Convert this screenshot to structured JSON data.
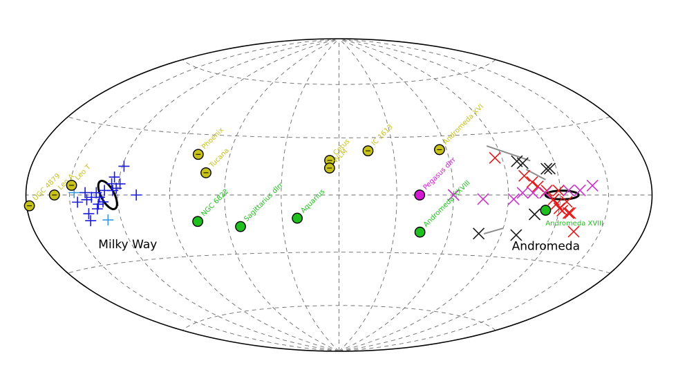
{
  "chart_data": {
    "type": "scatter",
    "projection": "aitoff-hammer",
    "grid": true,
    "colors": {
      "mw_satellite": "#1a1ad9",
      "mw_satellite_light": "#3399e6",
      "m31_satellite": "#e01a1a",
      "m31_satellite_alt": "#c833c8",
      "other_x": "#1a1a1a",
      "isolated_dwarf": "#c8c21c",
      "near_dwarf": "#1fbf1f",
      "pegasus": "#d11ad1"
    },
    "region_labels": [
      {
        "text": "Milky Way",
        "lon": 124,
        "lat": -24
      },
      {
        "text": "Andromeda",
        "lon": -122,
        "lat": -25
      }
    ],
    "ellipses": [
      {
        "name": "milky-way-ellipse",
        "lon": 126,
        "lat": 0,
        "rx_deg": 4,
        "ry_deg": 9,
        "rot": -28
      },
      {
        "name": "andromeda-ellipse",
        "lon": -121,
        "lat": 0,
        "rx_deg": 10,
        "ry_deg": 2.5,
        "rot": 0
      }
    ],
    "streaks": [
      {
        "lon1": -84,
        "lat1": 24,
        "lon2": -106,
        "lat2": 16
      },
      {
        "lon1": -102,
        "lat1": 12,
        "lon2": -112,
        "lat2": 7
      },
      {
        "lon1": -80,
        "lat1": -19,
        "lon2": -90,
        "lat2": -16
      }
    ],
    "labeled_points": [
      {
        "name": "UGC 4879",
        "lon": 178,
        "lat": -4,
        "group": "isolated_dwarf"
      },
      {
        "name": "Leo A",
        "lon": 160,
        "lat": 0,
        "group": "isolated_dwarf"
      },
      {
        "name": "Leo T",
        "lon": 149,
        "lat": 4,
        "group": "isolated_dwarf"
      },
      {
        "name": "Phoenix",
        "lon": 78,
        "lat": 20,
        "group": "isolated_dwarf"
      },
      {
        "name": "Tucana",
        "lon": 71,
        "lat": 11,
        "group": "isolated_dwarf"
      },
      {
        "name": "Cetus",
        "lon": 5,
        "lat": 18,
        "group": "isolated_dwarf"
      },
      {
        "name": "WLM",
        "lon": 5,
        "lat": 14,
        "group": "isolated_dwarf"
      },
      {
        "name": "IC 1613",
        "lon": -16,
        "lat": 23,
        "group": "isolated_dwarf"
      },
      {
        "name": "Andromeda XVI",
        "lon": -56,
        "lat": 23,
        "group": "isolated_dwarf"
      },
      {
        "name": "Pegasus dIrr",
        "lon": -42,
        "lat": 0,
        "group": "pegasus"
      },
      {
        "name": "NGC 6822",
        "lon": 76,
        "lat": -13,
        "group": "near_dwarf"
      },
      {
        "name": "Sagittarius dIrr",
        "lon": 53,
        "lat": -16,
        "group": "near_dwarf"
      },
      {
        "name": "Aquarius",
        "lon": 22,
        "lat": -12,
        "group": "near_dwarf"
      },
      {
        "name": "Andromeda XXVIII",
        "lon": -44,
        "lat": -19,
        "group": "near_dwarf"
      },
      {
        "name": "Andromeda XVIII",
        "lon": -112,
        "lat": -7,
        "group": "near_dwarf"
      }
    ],
    "marker_points": [
      {
        "lon": 147,
        "lat": 1,
        "group": "mw_satellite_light",
        "marker": "plus"
      },
      {
        "lon": 140,
        "lat": 1,
        "group": "mw_satellite",
        "marker": "plus"
      },
      {
        "lon": 145,
        "lat": -3,
        "group": "mw_satellite",
        "marker": "plus"
      },
      {
        "lon": 139,
        "lat": -2,
        "group": "mw_satellite",
        "marker": "plus"
      },
      {
        "lon": 136,
        "lat": -1,
        "group": "mw_satellite",
        "marker": "plus"
      },
      {
        "lon": 133,
        "lat": 1,
        "group": "mw_satellite",
        "marker": "plus"
      },
      {
        "lon": 131,
        "lat": -1,
        "group": "mw_satellite",
        "marker": "plus"
      },
      {
        "lon": 129,
        "lat": -3,
        "group": "mw_satellite",
        "marker": "plus"
      },
      {
        "lon": 128,
        "lat": 2,
        "group": "mw_satellite",
        "marker": "plus"
      },
      {
        "lon": 132,
        "lat": -4,
        "group": "mw_satellite",
        "marker": "plus"
      },
      {
        "lon": 124,
        "lat": 5,
        "group": "mw_satellite",
        "marker": "plus"
      },
      {
        "lon": 123,
        "lat": 2,
        "group": "mw_satellite",
        "marker": "plus"
      },
      {
        "lon": 121,
        "lat": 3,
        "group": "mw_satellite",
        "marker": "plus"
      },
      {
        "lon": 119,
        "lat": 5,
        "group": "mw_satellite",
        "marker": "plus"
      },
      {
        "lon": 123,
        "lat": 8,
        "group": "mw_satellite",
        "marker": "plus"
      },
      {
        "lon": 119,
        "lat": 13,
        "group": "mw_satellite",
        "marker": "plus"
      },
      {
        "lon": 139,
        "lat": -8,
        "group": "mw_satellite",
        "marker": "plus"
      },
      {
        "lon": 139,
        "lat": -11,
        "group": "mw_satellite",
        "marker": "plus"
      },
      {
        "lon": 133,
        "lat": -6,
        "group": "mw_satellite",
        "marker": "plus"
      },
      {
        "lon": 128,
        "lat": -11,
        "group": "mw_satellite_light",
        "marker": "plus"
      },
      {
        "lon": 109,
        "lat": 0,
        "group": "mw_satellite",
        "marker": "plus"
      },
      {
        "lon": -86,
        "lat": 18,
        "group": "m31_satellite",
        "marker": "x"
      },
      {
        "lon": -100,
        "lat": 9,
        "group": "m31_satellite",
        "marker": "x"
      },
      {
        "lon": -104,
        "lat": 6,
        "group": "m31_satellite",
        "marker": "x"
      },
      {
        "lon": -107,
        "lat": 4,
        "group": "m31_satellite",
        "marker": "x"
      },
      {
        "lon": -112,
        "lat": 2,
        "group": "m31_satellite",
        "marker": "x"
      },
      {
        "lon": -116,
        "lat": -2,
        "group": "m31_satellite",
        "marker": "x"
      },
      {
        "lon": -118,
        "lat": -4,
        "group": "m31_satellite",
        "marker": "x"
      },
      {
        "lon": -120,
        "lat": -6,
        "group": "m31_satellite",
        "marker": "x"
      },
      {
        "lon": -122,
        "lat": -7,
        "group": "m31_satellite",
        "marker": "x"
      },
      {
        "lon": -126,
        "lat": -8,
        "group": "m31_satellite",
        "marker": "x"
      },
      {
        "lon": -127,
        "lat": -8,
        "group": "m31_satellite",
        "marker": "x"
      },
      {
        "lon": -133,
        "lat": -16,
        "group": "m31_satellite",
        "marker": "x"
      },
      {
        "lon": -119,
        "lat": 2,
        "group": "m31_satellite",
        "marker": "x"
      },
      {
        "lon": -124,
        "lat": -3,
        "group": "m31_satellite",
        "marker": "x"
      },
      {
        "lon": -98,
        "lat": 1,
        "group": "m31_satellite_alt",
        "marker": "x"
      },
      {
        "lon": -104,
        "lat": 1,
        "group": "m31_satellite_alt",
        "marker": "x"
      },
      {
        "lon": -111,
        "lat": 1,
        "group": "m31_satellite_alt",
        "marker": "x"
      },
      {
        "lon": -125,
        "lat": 2,
        "group": "m31_satellite_alt",
        "marker": "x"
      },
      {
        "lon": -132,
        "lat": 2,
        "group": "m31_satellite_alt",
        "marker": "x"
      },
      {
        "lon": -140,
        "lat": 4,
        "group": "m31_satellite_alt",
        "marker": "x"
      },
      {
        "lon": -60,
        "lat": 0,
        "group": "m31_satellite_alt",
        "marker": "x"
      },
      {
        "lon": -76,
        "lat": -2,
        "group": "m31_satellite_alt",
        "marker": "x"
      },
      {
        "lon": -93,
        "lat": -2,
        "group": "m31_satellite_alt",
        "marker": "x"
      },
      {
        "lon": -98,
        "lat": 16,
        "group": "other_x",
        "marker": "x"
      },
      {
        "lon": -101,
        "lat": 15,
        "group": "other_x",
        "marker": "x"
      },
      {
        "lon": -114,
        "lat": 12,
        "group": "other_x",
        "marker": "x"
      },
      {
        "lon": -116,
        "lat": 12,
        "group": "other_x",
        "marker": "x"
      },
      {
        "lon": -106,
        "lat": -9,
        "group": "other_x",
        "marker": "x"
      },
      {
        "lon": -77,
        "lat": -19,
        "group": "other_x",
        "marker": "x"
      },
      {
        "lon": -99,
        "lat": -19,
        "group": "other_x",
        "marker": "x"
      }
    ]
  }
}
